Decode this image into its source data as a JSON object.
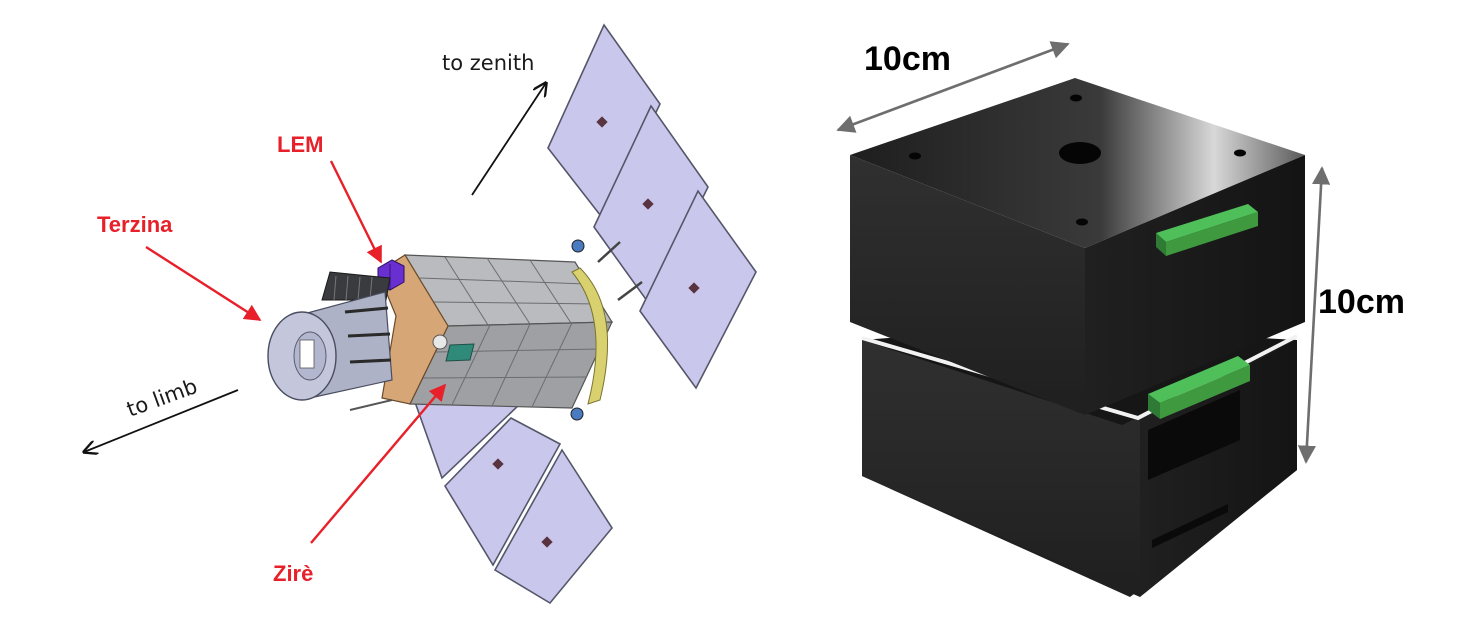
{
  "satellite": {
    "labels": {
      "lem": "LEM",
      "terzina": "Terzina",
      "zire": "Zirè",
      "to_zenith": "to zenith",
      "to_limb": "to limb"
    },
    "colors": {
      "label_red": "#e8202a",
      "panel_fill": "#c9c8ec",
      "body_grey": "#a9abae",
      "plate_orange": "#d7a676",
      "lem_purple": "#6a2fd0"
    }
  },
  "cube": {
    "width_label": "10cm",
    "height_label": "10cm",
    "colors": {
      "body": "#2b2b2b",
      "top": "#484848",
      "board_green": "#3f9a3f",
      "dimension_arrow": "#6e6e6e"
    }
  }
}
